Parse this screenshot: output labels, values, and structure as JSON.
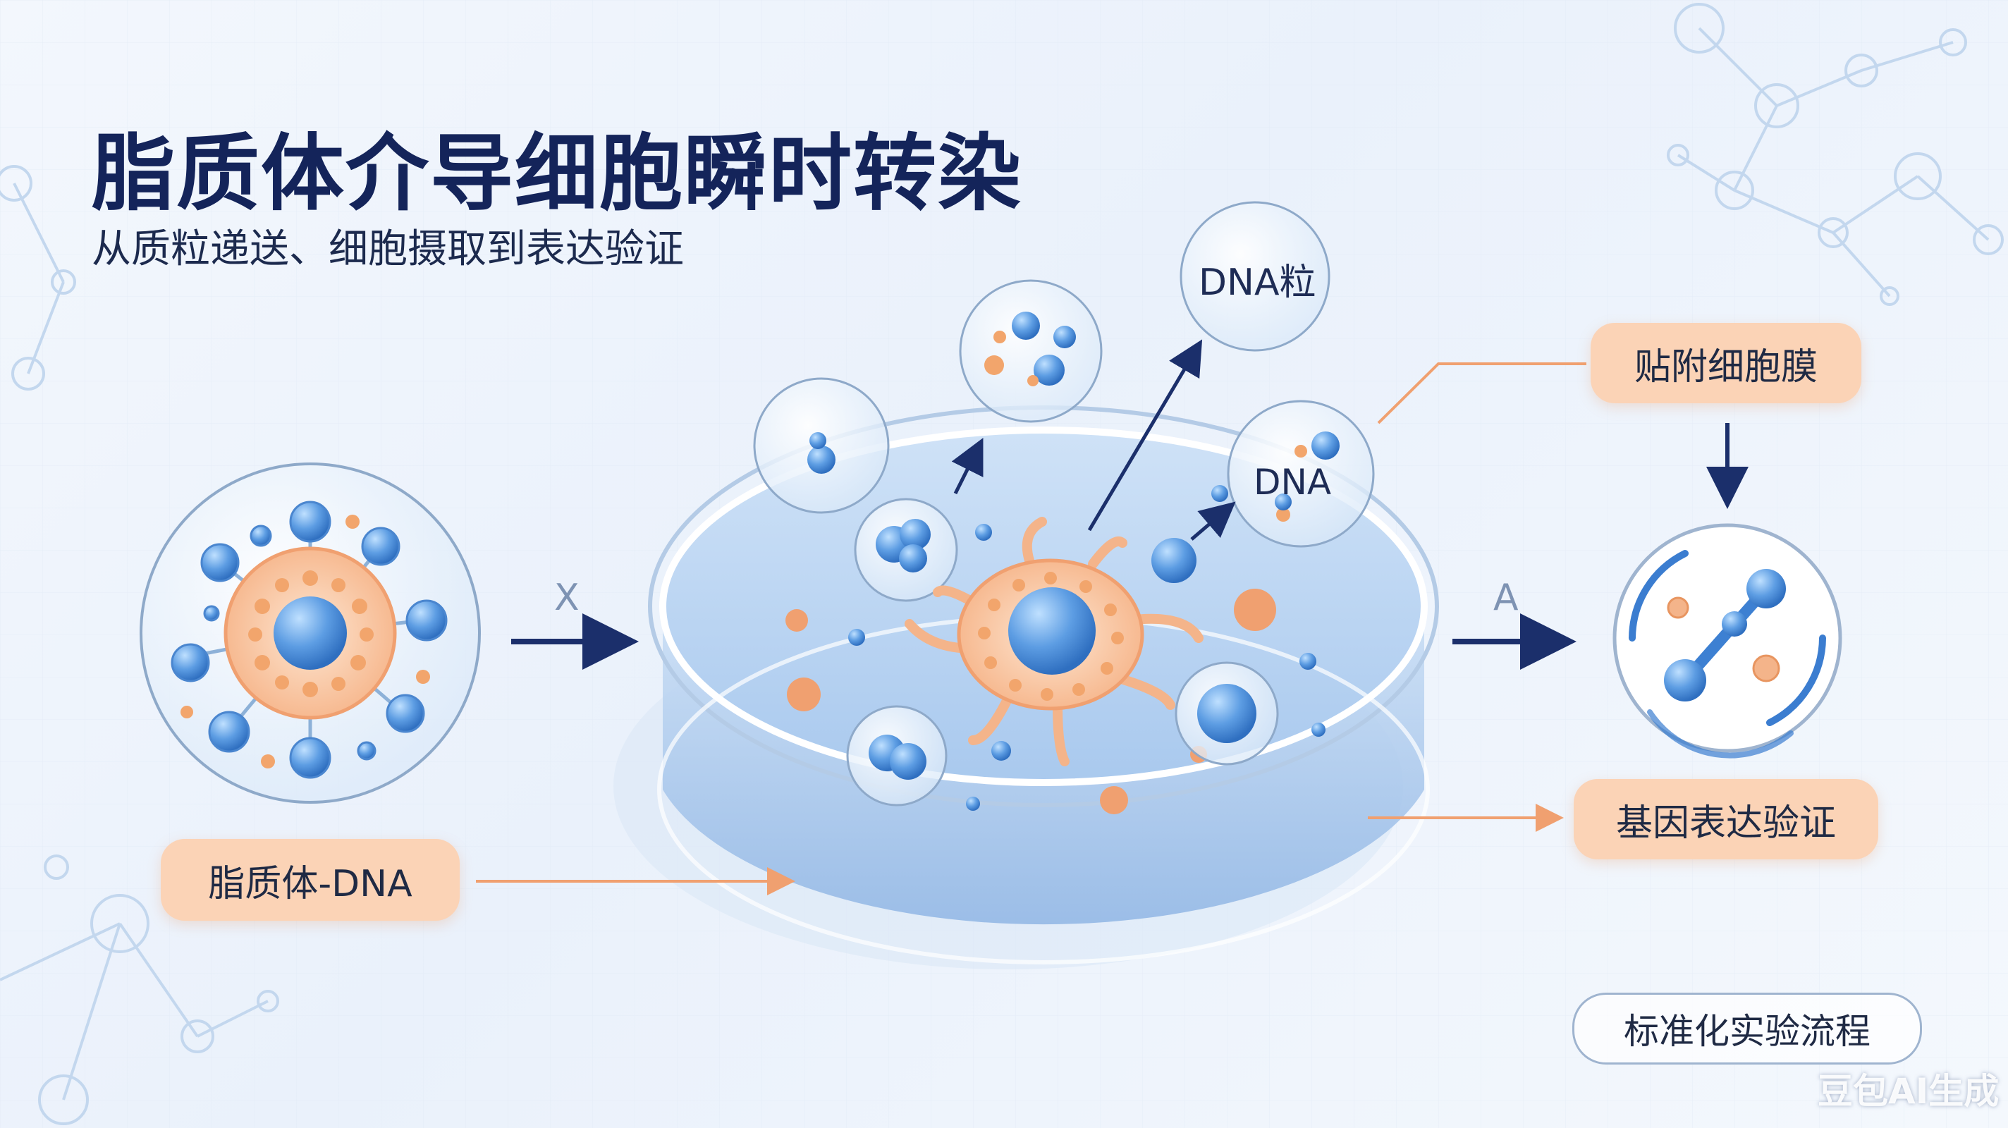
{
  "title": "脂质体介导细胞瞬时转染",
  "subtitle": "从质粒递送、细胞摄取到表达验证",
  "labels": {
    "lipo_dna": "脂质体-DNA",
    "attach_membrane": "贴附细胞膜",
    "gene_expression": "基因表达验证",
    "standard_protocol": "标准化实验流程",
    "dna_particle": "DNA粒",
    "dna": "DNA",
    "symbol_left": "X",
    "symbol_right": "A"
  },
  "watermark": "豆包AI生成",
  "colors": {
    "title": "#14245a",
    "pill": "#fbd3b6",
    "accent_orange": "#f0a070",
    "blue_particle": "#5a9ae0",
    "arrow": "#1b2f6b",
    "dish_liquid": "#bcd6f3"
  },
  "icons": [
    "lipoplex-icon",
    "petri-dish-icon",
    "cell-icon",
    "dna-expression-icon",
    "molecule-network-icon"
  ]
}
